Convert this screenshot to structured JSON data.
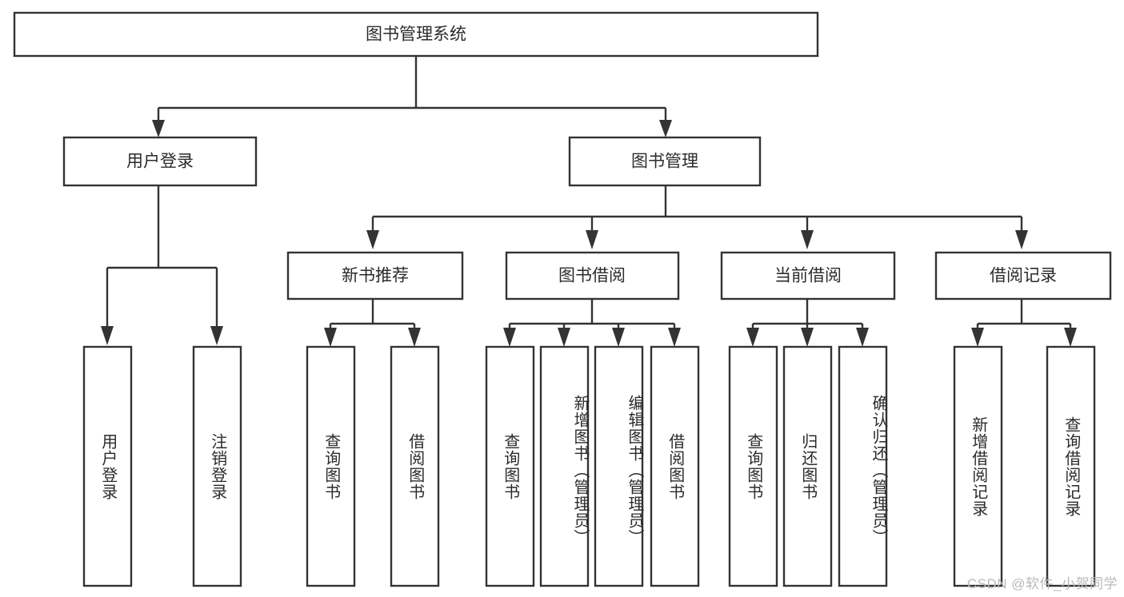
{
  "diagram": {
    "type": "tree-hierarchy",
    "title": "图书管理系统",
    "watermark": "CSDN @软件_小贺同学",
    "colors": {
      "background": "#ffffff",
      "stroke": "#333333",
      "text": "#2b2b2b",
      "box_fill": "#ffffff",
      "watermark": "#b9b9b9"
    },
    "levels": {
      "root": {
        "label": "图书管理系统",
        "orientation": "horizontal"
      },
      "level1": [
        {
          "id": "user-login",
          "label": "用户登录",
          "orientation": "horizontal"
        },
        {
          "id": "book-management",
          "label": "图书管理",
          "orientation": "horizontal"
        }
      ],
      "level2": [
        {
          "id": "new-book-recommend",
          "label": "新书推荐",
          "orientation": "horizontal",
          "parent": "book-management"
        },
        {
          "id": "book-borrow",
          "label": "图书借阅",
          "orientation": "horizontal",
          "parent": "book-management"
        },
        {
          "id": "current-borrow",
          "label": "当前借阅",
          "orientation": "horizontal",
          "parent": "book-management"
        },
        {
          "id": "borrow-record",
          "label": "借阅记录",
          "orientation": "horizontal",
          "parent": "book-management"
        }
      ],
      "leaves": [
        {
          "id": "leaf-user-login",
          "label": "用户登录",
          "parent": "user-login",
          "orientation": "vertical"
        },
        {
          "id": "leaf-logout",
          "label": "注销登录",
          "parent": "user-login",
          "orientation": "vertical"
        },
        {
          "id": "leaf-query-book-1",
          "label": "查询图书",
          "parent": "new-book-recommend",
          "orientation": "vertical"
        },
        {
          "id": "leaf-borrow-book-1",
          "label": "借阅图书",
          "parent": "new-book-recommend",
          "orientation": "vertical"
        },
        {
          "id": "leaf-query-book-2",
          "label": "查询图书",
          "parent": "book-borrow",
          "orientation": "vertical"
        },
        {
          "id": "leaf-add-book",
          "label": "新增图书（管理员）",
          "parent": "book-borrow",
          "orientation": "vertical"
        },
        {
          "id": "leaf-edit-book",
          "label": "编辑图书（管理员）",
          "parent": "book-borrow",
          "orientation": "vertical"
        },
        {
          "id": "leaf-borrow-book-2",
          "label": "借阅图书",
          "parent": "book-borrow",
          "orientation": "vertical"
        },
        {
          "id": "leaf-query-book-3",
          "label": "查询图书",
          "parent": "current-borrow",
          "orientation": "vertical"
        },
        {
          "id": "leaf-return-book",
          "label": "归还图书",
          "parent": "current-borrow",
          "orientation": "vertical"
        },
        {
          "id": "leaf-confirm-return",
          "label": "确认归还（管理员）",
          "parent": "current-borrow",
          "orientation": "vertical"
        },
        {
          "id": "leaf-add-record",
          "label": "新增借阅记录",
          "parent": "borrow-record",
          "orientation": "vertical"
        },
        {
          "id": "leaf-query-record",
          "label": "查询借阅记录",
          "parent": "borrow-record",
          "orientation": "vertical"
        }
      ]
    }
  }
}
